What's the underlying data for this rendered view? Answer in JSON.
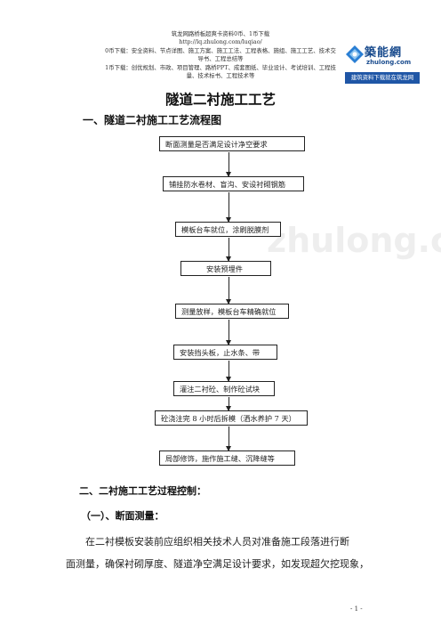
{
  "header": {
    "line1": "筑龙网路桥板超爽卡资料0币、1币下载",
    "line2": "http://lq.zhulong.com/luqiao/",
    "line3": "0币下载：安全资料、节点详图、施工方案、施工工法、工程表格、施组、施工工艺、技术交",
    "line4": "导书、工程总结等",
    "line5": "1币下载：创优规划、市政、项目管理、路桥PPT、成套图纸、毕业设计、考试培训、工程技",
    "line6": "量、技术标书、工程技术等"
  },
  "logo": {
    "name": "築能網",
    "site": "zhulong.com",
    "banner": "建筑资料下载就在筑龙网"
  },
  "doc": {
    "title": "隧道二衬施工工艺",
    "section1": "一、隧道二衬施工工艺流程图",
    "section2": "二、二衬施工工艺过程控制：",
    "subsection1": "（一）、断面测量：",
    "para_line1": "在二衬模板安装前应组织相关技术人员对准备施工段落进行断",
    "para_line2": "面测量，确保衬砌厚度、隧道净空满足设计要求，如发现超欠挖现象，",
    "page_number": "- 1 -"
  },
  "flow": {
    "steps": [
      "断面测量是否满足设计净空要求",
      "铺挂防水卷材、盲沟、安设衬砌钢筋",
      "模板台车就位，涂刷脱膜剂",
      "安装预埋件",
      "测量放样，模板台车精确就位",
      "安装挡头板，止水条、带",
      "灌注二衬砼、制作砼试块",
      "砼浇注完 8 小时后拆模（洒水养护 7 天）",
      "局部修饰，施作施工缝、沉降缝等"
    ]
  },
  "watermark": {
    "text": "zhulong.com"
  }
}
